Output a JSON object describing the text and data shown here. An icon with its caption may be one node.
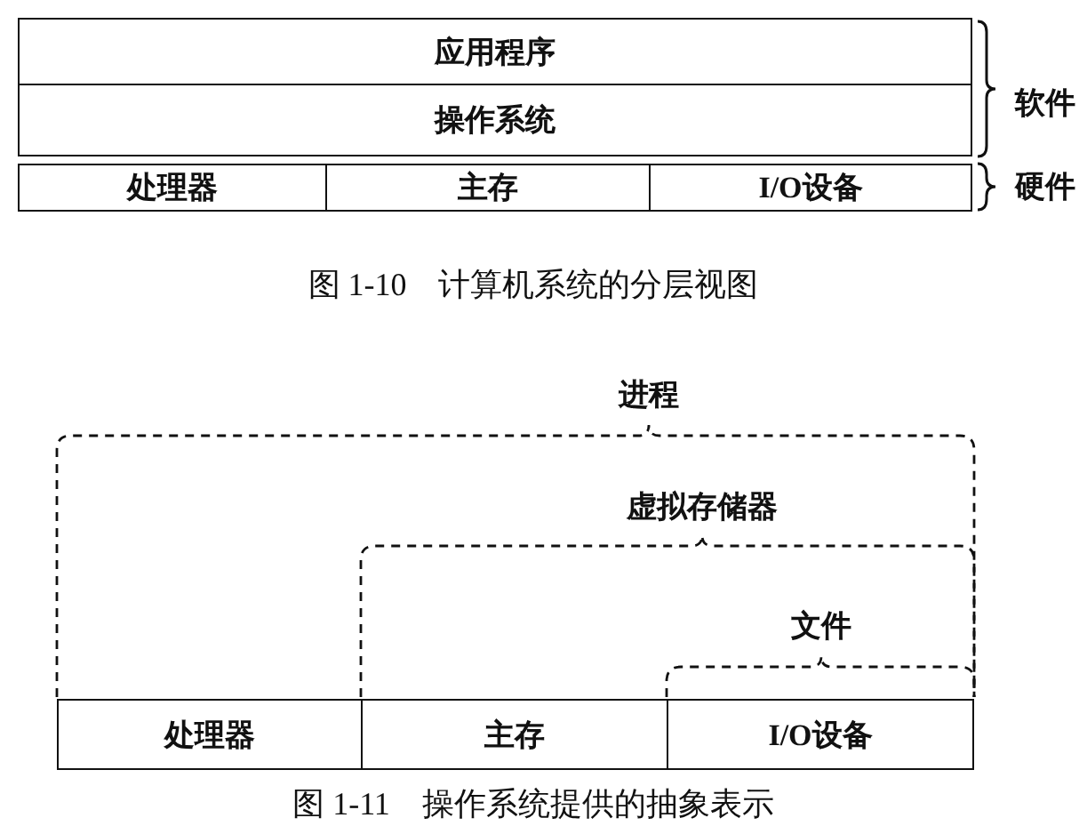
{
  "diagram": {
    "nodes": [
      {
        "text": [
          "应用程序"
        ]
      },
      {
        "text": [
          "操作系统"
        ]
      },
      {
        "text": [
          "处理器"
        ]
      },
      {
        "text": [
          "主存"
        ]
      },
      {
        "text": [
          "I/O设备"
        ]
      },
      {
        "text": [
          "处理器"
        ]
      },
      {
        "text": [
          "主存"
        ]
      },
      {
        "text": [
          "I/O设备"
        ]
      }
    ],
    "labels": [
      "软件",
      "硬件",
      "图 1-10　计算机系统的分层视图",
      "进程",
      "虚拟存储器",
      "文件",
      "图 1-11　操作系统提供的抽象表示"
    ]
  }
}
